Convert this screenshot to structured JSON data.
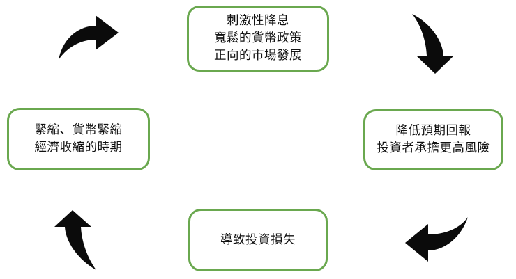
{
  "diagram": {
    "type": "cycle-flow",
    "accent_color": "#6aa84f",
    "text_color": "#111111",
    "arrow_color": "#0b0b0b",
    "background": "#ffffff",
    "nodes": [
      {
        "id": "top",
        "position": "top",
        "text": "刺激性降息\n寬鬆的貨幣政策\n正向的市場發展"
      },
      {
        "id": "right",
        "position": "right",
        "text": "降低預期回報\n投資者承擔更高風險"
      },
      {
        "id": "bottom",
        "position": "bottom",
        "text": "導致投資損失"
      },
      {
        "id": "left",
        "position": "left",
        "text": "緊縮、貨幣緊縮\n經濟收縮的時期"
      }
    ],
    "arrows": [
      {
        "id": "top-left-arrow",
        "icon": "curved-arrow-right-icon",
        "direction": "right"
      },
      {
        "id": "top-right-arrow",
        "icon": "curved-arrow-down-icon",
        "direction": "down"
      },
      {
        "id": "bottom-right-arrow",
        "icon": "curved-arrow-left-icon",
        "direction": "left"
      },
      {
        "id": "bottom-left-arrow",
        "icon": "curved-arrow-up-icon",
        "direction": "up"
      }
    ]
  }
}
